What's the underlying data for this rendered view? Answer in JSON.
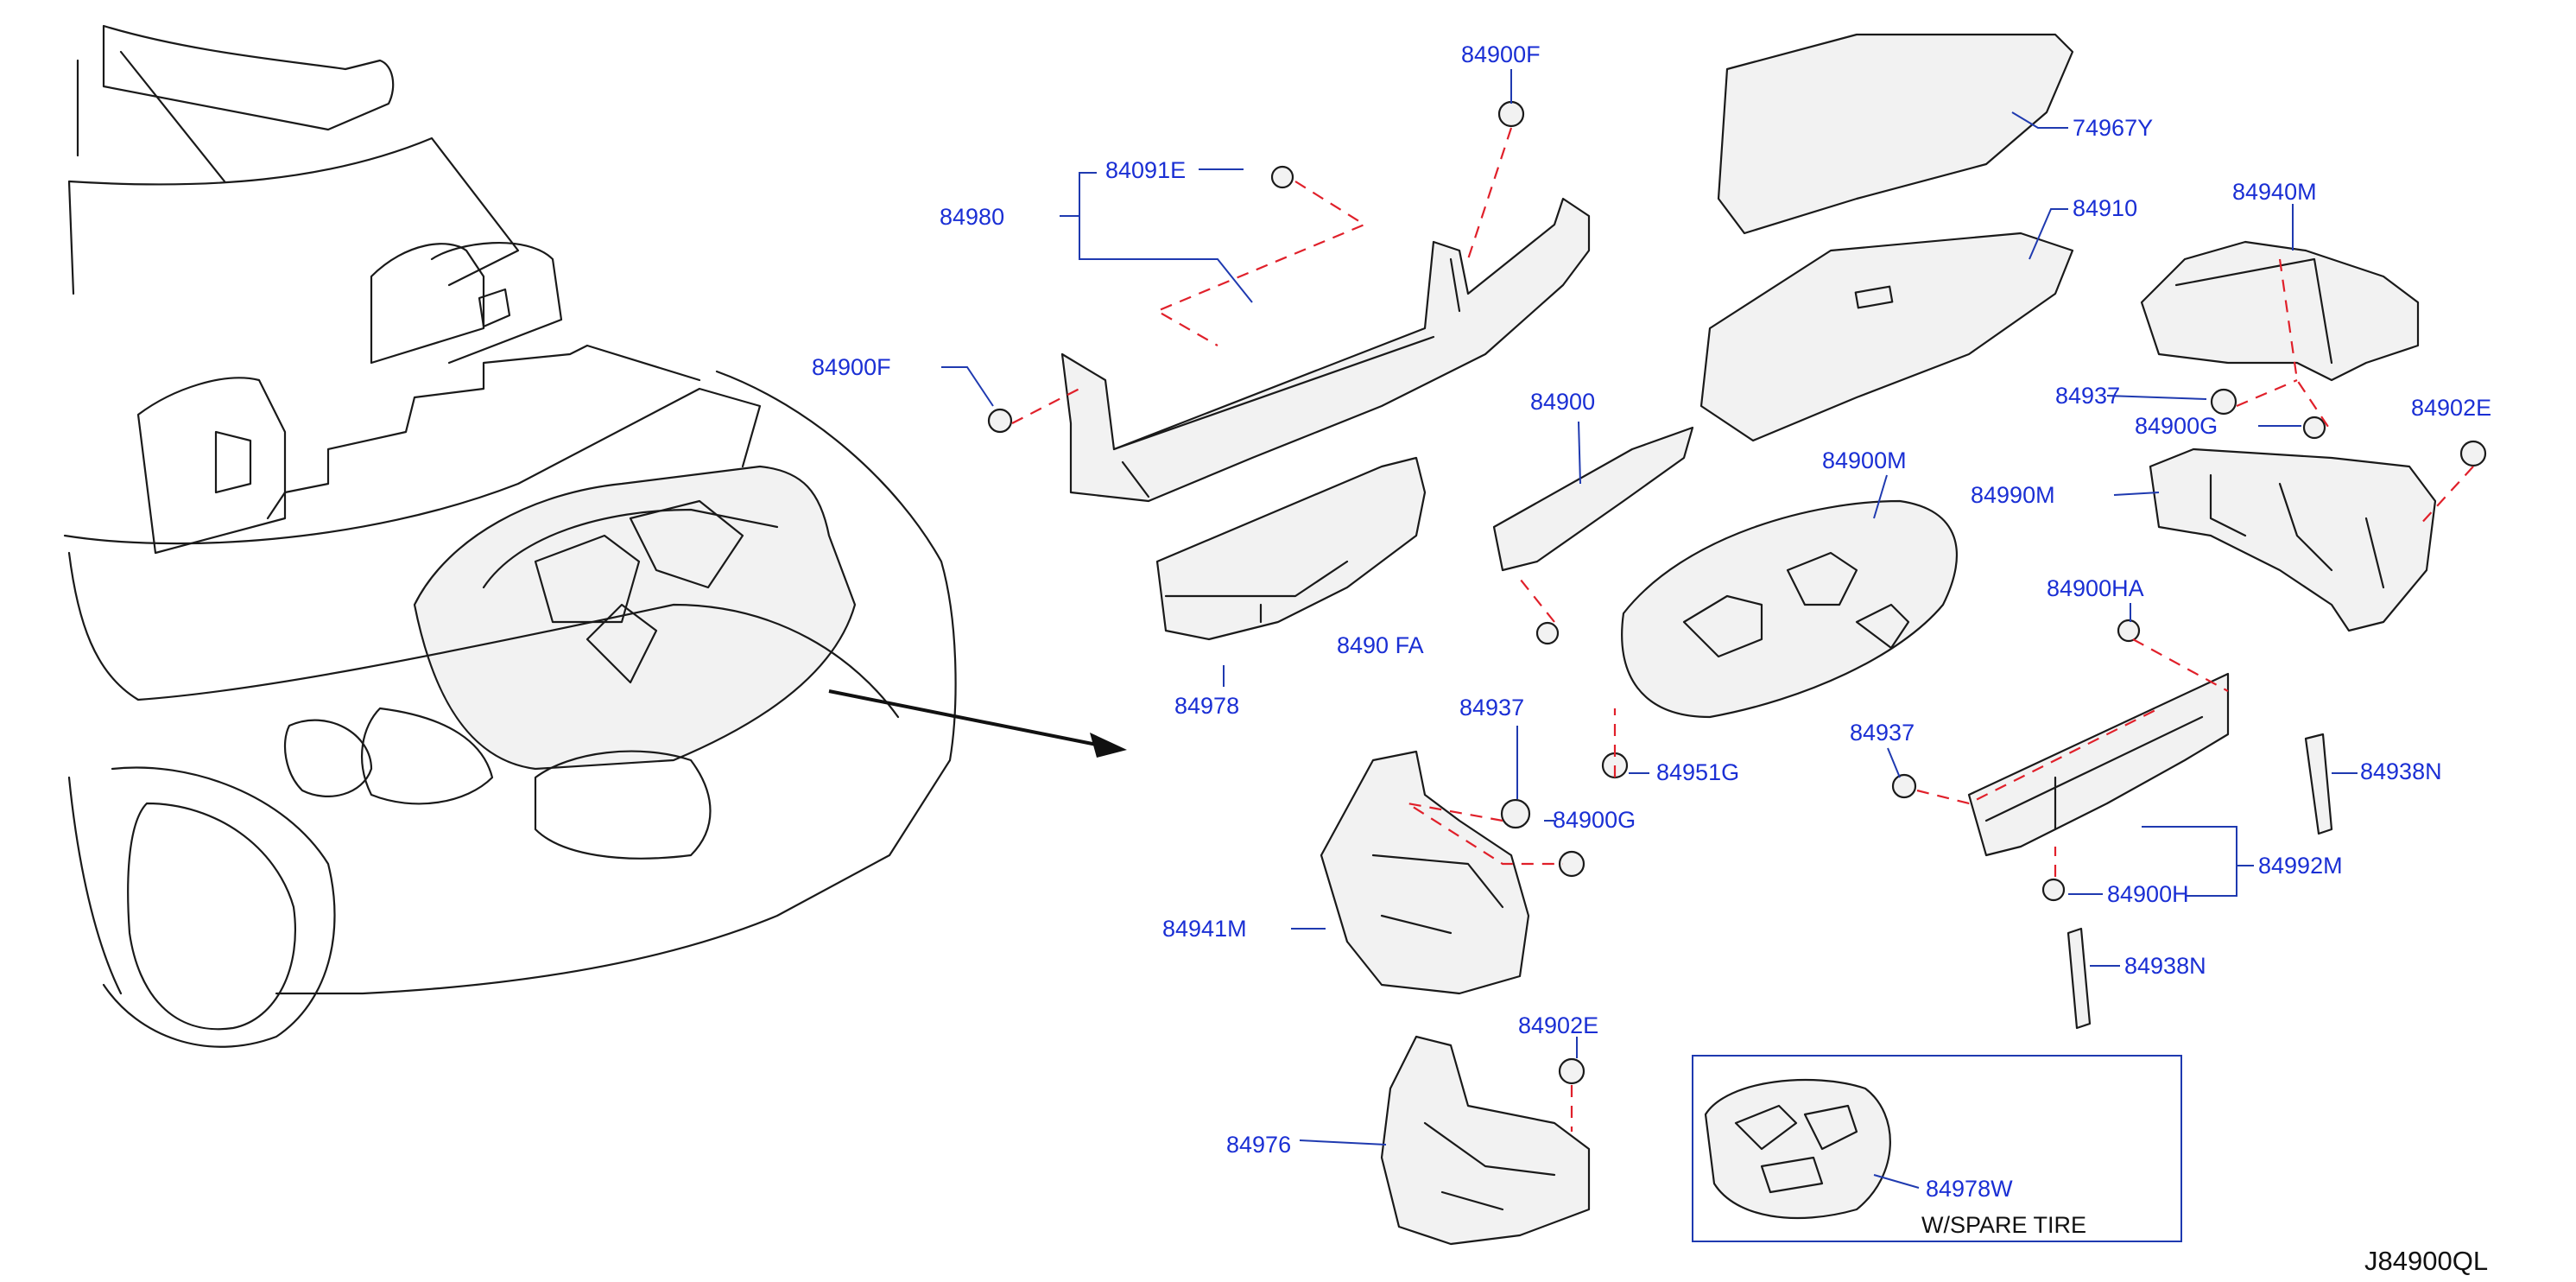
{
  "diagram_code": "J84900QL",
  "inset_caption": "W/SPARE   TIRE",
  "labels": {
    "p84900F_top": "84900F",
    "p84091E": "84091E",
    "p84980": "84980",
    "p84900F_left": "84900F",
    "p74967Y": "74967Y",
    "p84910": "84910",
    "p84940M": "84940M",
    "p84937_right": "84937",
    "p84902E_right": "84902E",
    "p84900G_right": "84900G",
    "p84990M": "84990M",
    "p84900": "84900",
    "p84900M": "84900M",
    "p84978": "84978",
    "p84900FA": "8490  FA",
    "p84900HA": "84900HA",
    "p84937_mid": "84937",
    "p84937_center": "84937",
    "p84951G": "84951G",
    "p84900G_center": "84900G",
    "p84938N_top": "84938N",
    "p84992M": "84992M",
    "p84900H": "84900H",
    "p84941M": "84941M",
    "p84938N_bottom": "84938N",
    "p84902E_bottom": "84902E",
    "p84976": "84976",
    "p84978W": "84978W"
  },
  "colors": {
    "label": "#1a2fd4",
    "leader": "#1f3ab0",
    "dashed_line": "#e0202a",
    "outline": "#1a1a1a",
    "part_fill": "#f2f2f2"
  }
}
